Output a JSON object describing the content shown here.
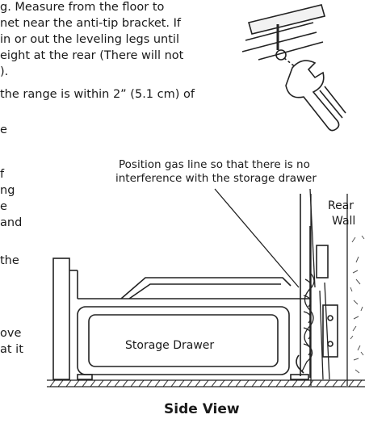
{
  "paragraph_top": [
    "g. Measure from the floor to",
    "net near the anti-tip bracket. If",
    "in or out the leveling legs until",
    "eight at the rear (There will not",
    ").",
    "the range is within 2” (5.1 cm) of"
  ],
  "paragraph_left": [
    "e",
    "f",
    "ng",
    "e",
    "and",
    "the",
    "ove",
    "at it"
  ],
  "callout": {
    "line1": "Position gas line so that there is no",
    "line2": "interference with the storage drawer"
  },
  "labels": {
    "rear": "Rear",
    "wall": "Wall",
    "storage_drawer": "Storage Drawer",
    "side_view": "Side View"
  },
  "icons": [
    "wrench-icon"
  ]
}
